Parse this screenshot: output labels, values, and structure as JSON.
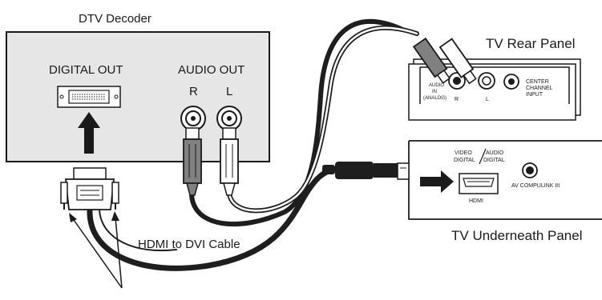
{
  "labels": {
    "dtv_decoder": "DTV Decoder",
    "digital_out": "DIGITAL OUT",
    "audio_out": "AUDIO OUT",
    "audio_r": "R",
    "audio_l": "L",
    "tv_rear_panel": "TV Rear Panel",
    "audio_in": "AUDIO",
    "audio_in_2": "IN",
    "audio_in_3": "(ANALOG)",
    "rear_r": "R",
    "rear_l": "L",
    "center_1": "CENTER",
    "center_2": "CHANNEL",
    "center_3": "INPUT",
    "video_digital_1": "VIDEO",
    "video_digital_2": "DIGITAL",
    "audio_digital_1": "AUDIO",
    "audio_digital_2": "DIGITAL",
    "hdmi": "HDMI",
    "av_compulink": "AV COMPULINK III",
    "tv_underneath_panel": "TV Underneath Panel",
    "cable": "HDMI to DVI Cable"
  },
  "colors": {
    "panel_fill": "#e6e6e6",
    "cable_dark": "#1e1e1e",
    "line": "#1a1a1a"
  }
}
